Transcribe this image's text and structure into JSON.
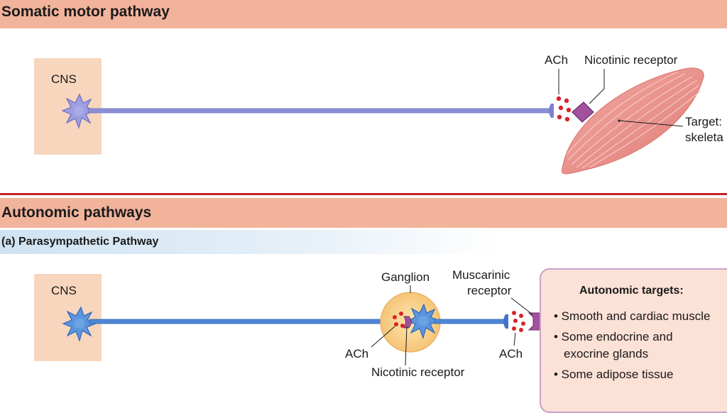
{
  "somatic": {
    "title": "Somatic motor pathway",
    "cns_label": "CNS",
    "ach_label": "ACh",
    "receptor_label": "Nicotinic receptor",
    "target_label_line1": "Target:",
    "target_label_line2": "skeleta"
  },
  "autonomic": {
    "title": "Autonomic pathways",
    "subtitle": "(a) Parasympathetic Pathway",
    "cns_label": "CNS",
    "ganglion_label": "Ganglion",
    "ach_label_ganglion": "ACh",
    "nicotinic_label": "Nicotinic receptor",
    "muscarinic_label_line1": "Muscarinic",
    "muscarinic_label_line2": "receptor",
    "ach_label_target": "ACh",
    "targets": {
      "title": "Autonomic targets:",
      "items": [
        "• Smooth and cardiac muscle",
        "• Some endocrine and",
        "exocrine glands",
        "• Some adipose tissue"
      ]
    }
  },
  "colors": {
    "band": "#f2b39b",
    "divider": "#c8202a",
    "somatic_axon": "#8d8fd6",
    "autonomic_axon": "#4f86d6",
    "ach_dot": "#d8232a",
    "receptor": "#a2519f",
    "cns_box": "#f8d6bd",
    "muscle": "#e88a86"
  }
}
